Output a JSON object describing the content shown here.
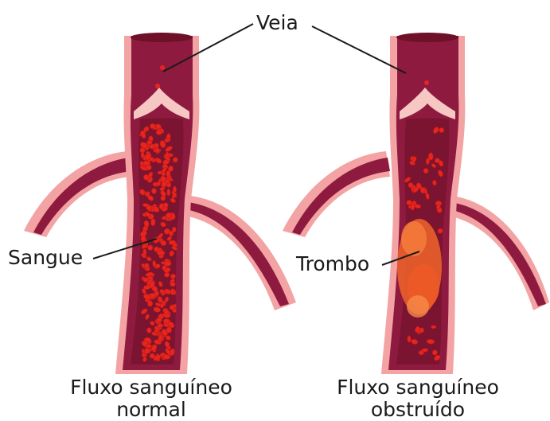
{
  "labels": {
    "vein": "Veia",
    "blood": "Sangue",
    "clot": "Trombo"
  },
  "captions": {
    "left_line1": "Fluxo sanguíneo",
    "left_line2": "normal",
    "right_line1": "Fluxo sanguíneo",
    "right_line2": "obstruído"
  },
  "colors": {
    "vein_wall": "#f3a3a3",
    "vein_outer": "#8e1b3f",
    "vein_inner": "#7a1430",
    "blood_cell": "#e8241e",
    "clot": "#f0642a",
    "valve": "#f7c7c4",
    "leader_line": "#1a1a1a"
  }
}
